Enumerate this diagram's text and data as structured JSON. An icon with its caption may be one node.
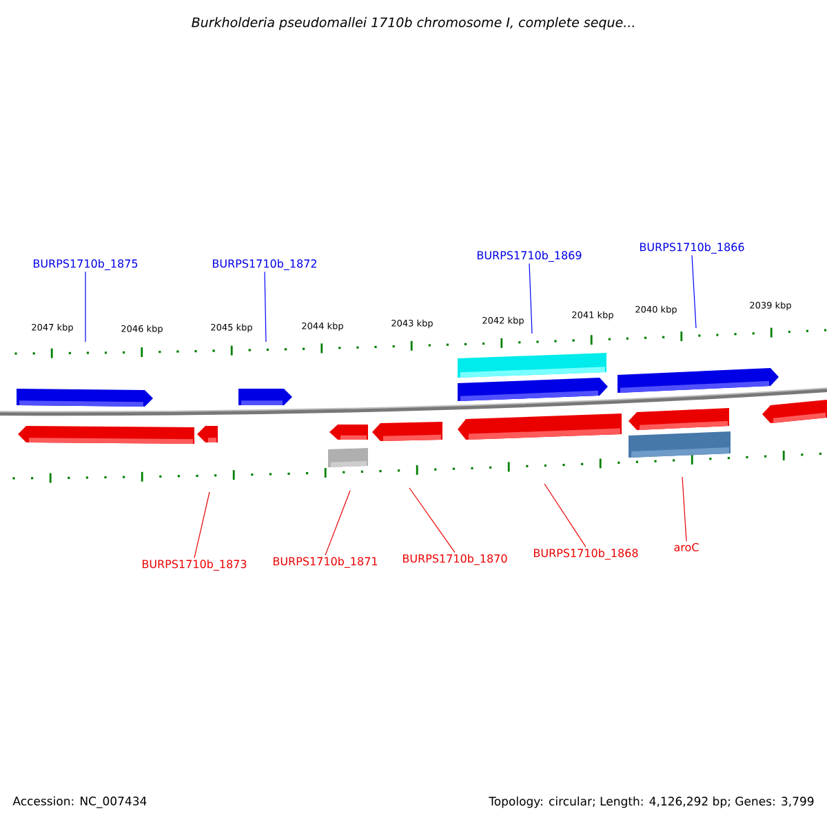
{
  "diagram": {
    "title": "Burkholderia pseudomallei 1710b chromosome I, complete seque...",
    "nodes": [
      {
        "text": [
          "BURPS1710b_1875"
        ]
      },
      {
        "text": [
          "BURPS1710b_1872"
        ]
      },
      {
        "text": [
          "BURPS1710b_1869"
        ]
      },
      {
        "text": [
          "BURPS1710b_1866"
        ]
      },
      {
        "text": [
          "BURPS1710b_1873"
        ]
      },
      {
        "text": [
          "BURPS1710b_1871"
        ]
      },
      {
        "text": [
          "BURPS1710b_1870"
        ]
      },
      {
        "text": [
          "BURPS1710b_1868"
        ]
      },
      {
        "text": [
          "aroC"
        ]
      }
    ],
    "edges": [
      {
        "from": 0,
        "to": null,
        "arrow": "none",
        "color": "#0000ff"
      },
      {
        "from": 1,
        "to": null,
        "arrow": "none",
        "color": "#0000ff"
      },
      {
        "from": 2,
        "to": null,
        "arrow": "none",
        "color": "#0000ff"
      },
      {
        "from": 3,
        "to": null,
        "arrow": "none",
        "color": "#0000ff"
      },
      {
        "from": 4,
        "to": null,
        "arrow": "none"
      },
      {
        "from": 5,
        "to": null,
        "arrow": "none"
      },
      {
        "from": 6,
        "to": null,
        "arrow": "none"
      },
      {
        "from": 7,
        "to": null,
        "arrow": "none"
      },
      {
        "from": 8,
        "to": null,
        "arrow": "none"
      }
    ],
    "labels": [
      "2047 kbp",
      "2046 kbp",
      "2045 kbp",
      "2044 kbp",
      "2043 kbp",
      "2042 kbp",
      "2041 kbp",
      "2040 kbp",
      "2039 kbp",
      "Accession: NC_007434",
      "Topology: circular; Length: 4,126,292 bp; Genes: 3,799"
    ]
  }
}
